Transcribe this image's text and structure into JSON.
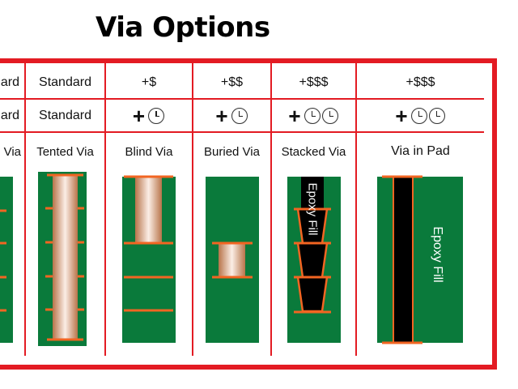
{
  "title": "Via Options",
  "columns": [
    {
      "cost": "ard",
      "time": "ard",
      "name": "n Via",
      "clocks": 0,
      "plus": false
    },
    {
      "cost": "Standard",
      "time": "Standard",
      "name": "Tented Via",
      "clocks": 0,
      "plus": false
    },
    {
      "cost": "+$",
      "time": "",
      "name": "Blind Via",
      "clocks": 1,
      "plus": true
    },
    {
      "cost": "+$$",
      "time": "",
      "name": "Buried Via",
      "clocks": 1,
      "plus": true
    },
    {
      "cost": "+$$$",
      "time": "",
      "name": "Stacked Via",
      "clocks": 2,
      "plus": true
    },
    {
      "cost": "+$$$",
      "time": "",
      "name": "Via in Pad",
      "clocks": 2,
      "plus": true
    }
  ],
  "fill_labels": {
    "stacked": "Epoxy Fill",
    "pad": "Epoxy Fill"
  },
  "plus_symbol": "+",
  "colors": {
    "frame": "#e31b23",
    "board": "#0a7a3b",
    "copper": "#f26522",
    "fill": "#000000"
  }
}
